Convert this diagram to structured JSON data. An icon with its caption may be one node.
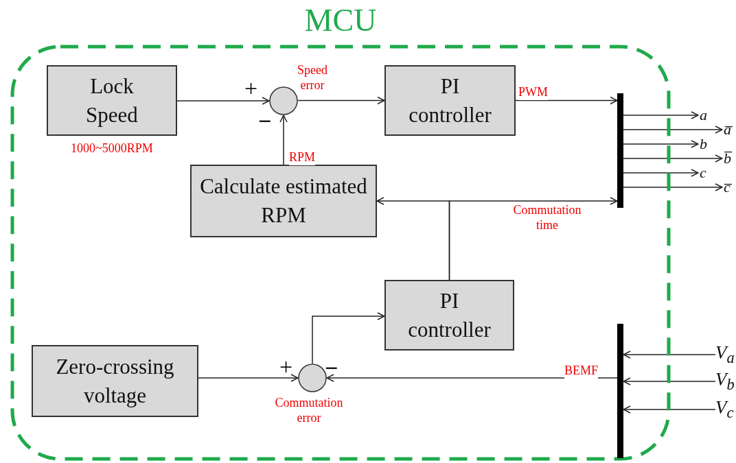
{
  "diagram": {
    "nodes": [
      {
        "text": [
          "MCU"
        ]
      },
      {
        "text": [
          "Lock Speed"
        ],
        "in": 0,
        "beside": [
          "1000~5000RPM"
        ]
      },
      {
        "text": [],
        "shape": "circle",
        "in": 0,
        "beside": [
          "Speed error"
        ]
      },
      {
        "text": [
          "PI controller"
        ],
        "in": 0
      },
      {
        "text": [
          "Calculate estimated RPM"
        ],
        "in": 0
      },
      {
        "text": [],
        "shape": "bar",
        "in": 0
      },
      {
        "text": [
          "PI controller"
        ],
        "in": 0
      },
      {
        "text": [
          "Zero-crossing voltage"
        ],
        "in": 0
      },
      {
        "text": [],
        "shape": "circle",
        "in": 0,
        "beside": [
          "Commutation error"
        ]
      },
      {
        "text": [],
        "shape": "bar",
        "in": 0
      },
      {
        "text": [
          "a"
        ]
      },
      {
        "text": [
          "a̅"
        ]
      },
      {
        "text": [
          "b"
        ]
      },
      {
        "text": [
          "b̅"
        ]
      },
      {
        "text": [
          "c"
        ]
      },
      {
        "text": [
          "c̅"
        ]
      },
      {
        "text": [
          "V$_{a}$"
        ]
      },
      {
        "text": [
          "V$_{b}$"
        ]
      },
      {
        "text": [
          "V$_{c}$"
        ]
      }
    ],
    "edges": [
      {
        "from": 1,
        "to": 2,
        "arrow": "to"
      },
      {
        "from": 2,
        "to": 3,
        "arrow": "to"
      },
      {
        "from": 3,
        "to": 5,
        "arrow": "to",
        "label": "PWM"
      },
      {
        "from": 4,
        "to": 2,
        "arrow": "to",
        "label": "RPM"
      },
      {
        "from": 6,
        "to": 4,
        "arrow": "to"
      },
      {
        "from": 6,
        "to": 5,
        "arrow": "to",
        "label": "Commutation time"
      },
      {
        "from": 5,
        "to": 10,
        "arrow": "to"
      },
      {
        "from": 5,
        "to": 11,
        "arrow": "to"
      },
      {
        "from": 5,
        "to": 12,
        "arrow": "to"
      },
      {
        "from": 5,
        "to": 13,
        "arrow": "to"
      },
      {
        "from": 5,
        "to": 14,
        "arrow": "to"
      },
      {
        "from": 5,
        "to": 15,
        "arrow": "to"
      },
      {
        "from": 7,
        "to": 8,
        "arrow": "to"
      },
      {
        "from": 8,
        "to": 6,
        "arrow": "to"
      },
      {
        "from": 9,
        "to": 8,
        "arrow": "to",
        "label": "BEMF"
      },
      {
        "from": 16,
        "to": 9,
        "arrow": "to"
      },
      {
        "from": 17,
        "to": 9,
        "arrow": "to"
      },
      {
        "from": 18,
        "to": 9,
        "arrow": "to"
      }
    ],
    "labels": [
      "+",
      "−",
      "+",
      "−"
    ]
  }
}
